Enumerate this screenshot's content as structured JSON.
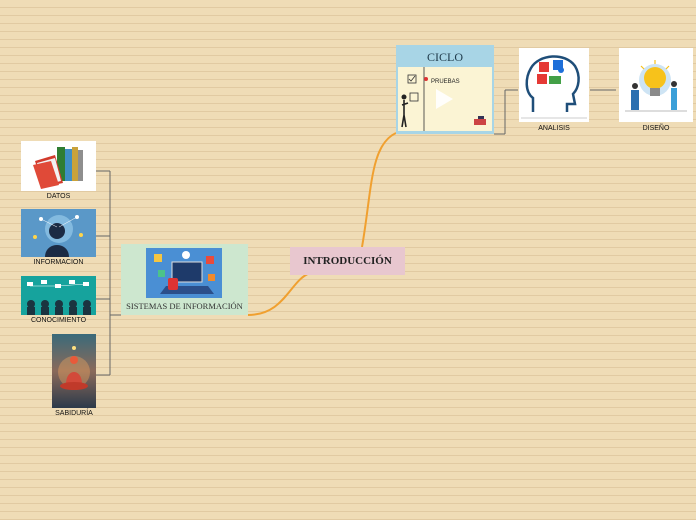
{
  "main_topic": {
    "label": "INTRODUCCIÓN",
    "color": "#e8c7cf"
  },
  "sistemas": {
    "label": "SISTEMAS DE INFORMACIÓN",
    "color": "#cde7cf"
  },
  "ciclo": {
    "title": "CICLO",
    "video_text": "PRUEBAS",
    "color": "#a8d5e6"
  },
  "left_items": [
    {
      "label": "DATOS",
      "image": "folders-image"
    },
    {
      "label": "INFORMACION",
      "image": "head-network-image"
    },
    {
      "label": "CONOCIMIENTO",
      "image": "people-network-image"
    },
    {
      "label": "SABIDURÍA",
      "image": "meditation-image"
    }
  ],
  "right_items": [
    {
      "label": "ANALISIS",
      "image": "puzzle-head-image"
    },
    {
      "label": "DISEÑO",
      "image": "lightbulb-image"
    }
  ],
  "colors": {
    "connector": "#f0a030",
    "branch_line": "#666666",
    "background": "#efdcb6"
  }
}
